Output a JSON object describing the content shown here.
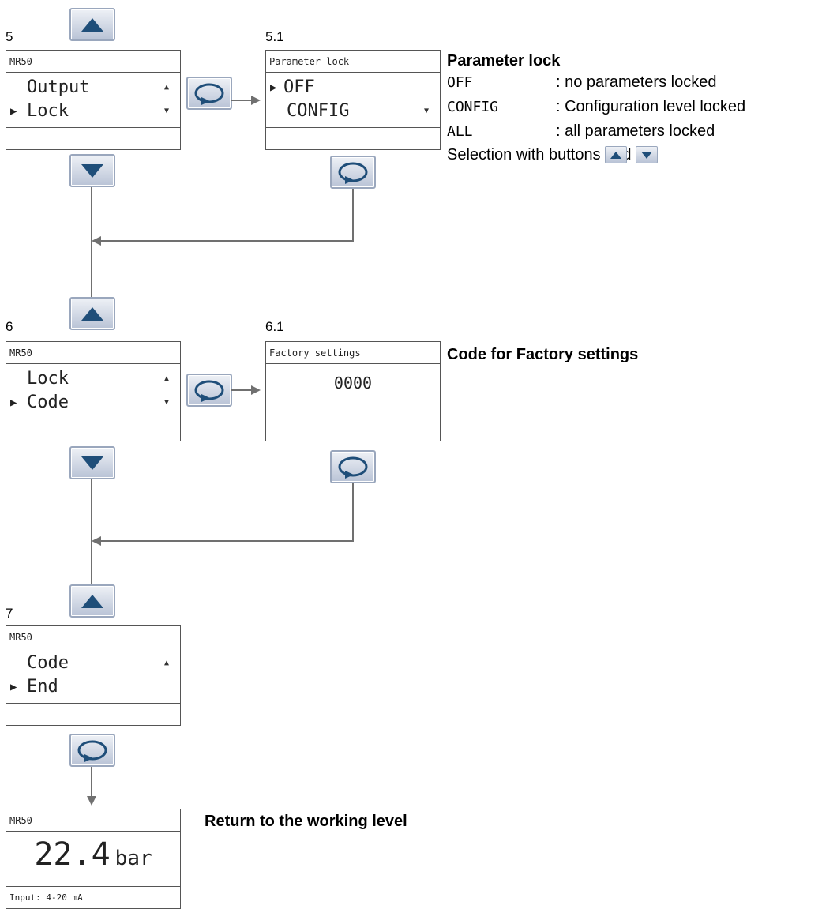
{
  "steps": {
    "s5": "5",
    "s51": "5.1",
    "s6": "6",
    "s61": "6.1",
    "s7": "7"
  },
  "screen5": {
    "header": "MR50",
    "line1": "Output",
    "line2": "Lock",
    "pointer": "▶"
  },
  "screen51": {
    "header": "Parameter lock",
    "line1": "OFF",
    "line2": "CONFIG",
    "pointer": "▶"
  },
  "screen6": {
    "header": "MR50",
    "line1": "Lock",
    "line2": "Code",
    "pointer": "▶"
  },
  "screen61": {
    "header": "Factory settings",
    "value": "0000"
  },
  "screen7": {
    "header": "MR50",
    "line1": "Code",
    "line2": "End",
    "pointer": "▶"
  },
  "screenWork": {
    "header": "MR50",
    "value": "22.4",
    "unit": "bar",
    "footer": "Input: 4-20 mA"
  },
  "paramLock": {
    "title": "Parameter lock",
    "rows": [
      {
        "key": "OFF",
        "desc": ": no parameters locked"
      },
      {
        "key": "CONFIG",
        "desc": ": Configuration level locked"
      },
      {
        "key": "ALL",
        "desc": ": all parameters locked"
      }
    ],
    "selection_prefix": "Selection with buttons",
    "selection_and": "and",
    "selection_end": "."
  },
  "codeTitle": "Code for Factory settings",
  "returnTitle": "Return to the working level",
  "icons": {
    "up": "up-arrow-button",
    "down": "down-arrow-button",
    "enter": "enter-loop-button"
  },
  "colors": {
    "button_symbol": "#1f4e79",
    "button_border": "#9aa7bd",
    "connector": "#707070"
  }
}
